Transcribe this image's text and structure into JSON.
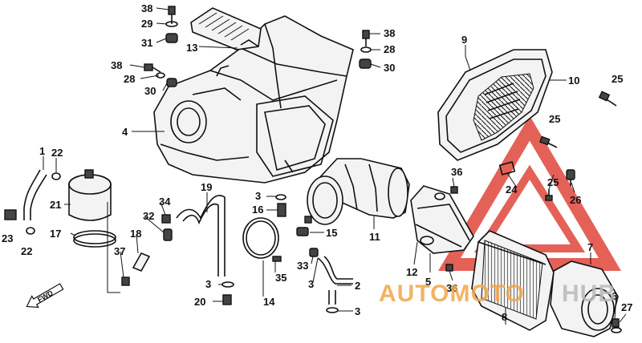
{
  "diagram": {
    "callouts": [
      "1",
      "2",
      "3",
      "4",
      "5",
      "6",
      "7",
      "8",
      "9",
      "10",
      "11",
      "12",
      "13",
      "14",
      "15",
      "16",
      "17",
      "18",
      "19",
      "20",
      "21",
      "22",
      "23",
      "24",
      "25",
      "26",
      "27",
      "28",
      "29",
      "30",
      "31",
      "32",
      "33",
      "34",
      "35",
      "36",
      "37",
      "38"
    ],
    "fwd_label": "FWD"
  },
  "watermark": {
    "text_orange": "AUTOMOTO",
    "text_gray": "HUB",
    "color_orange": "#f2a64a",
    "color_gray": "#b9b9b9",
    "color_red": "#e0463c"
  }
}
